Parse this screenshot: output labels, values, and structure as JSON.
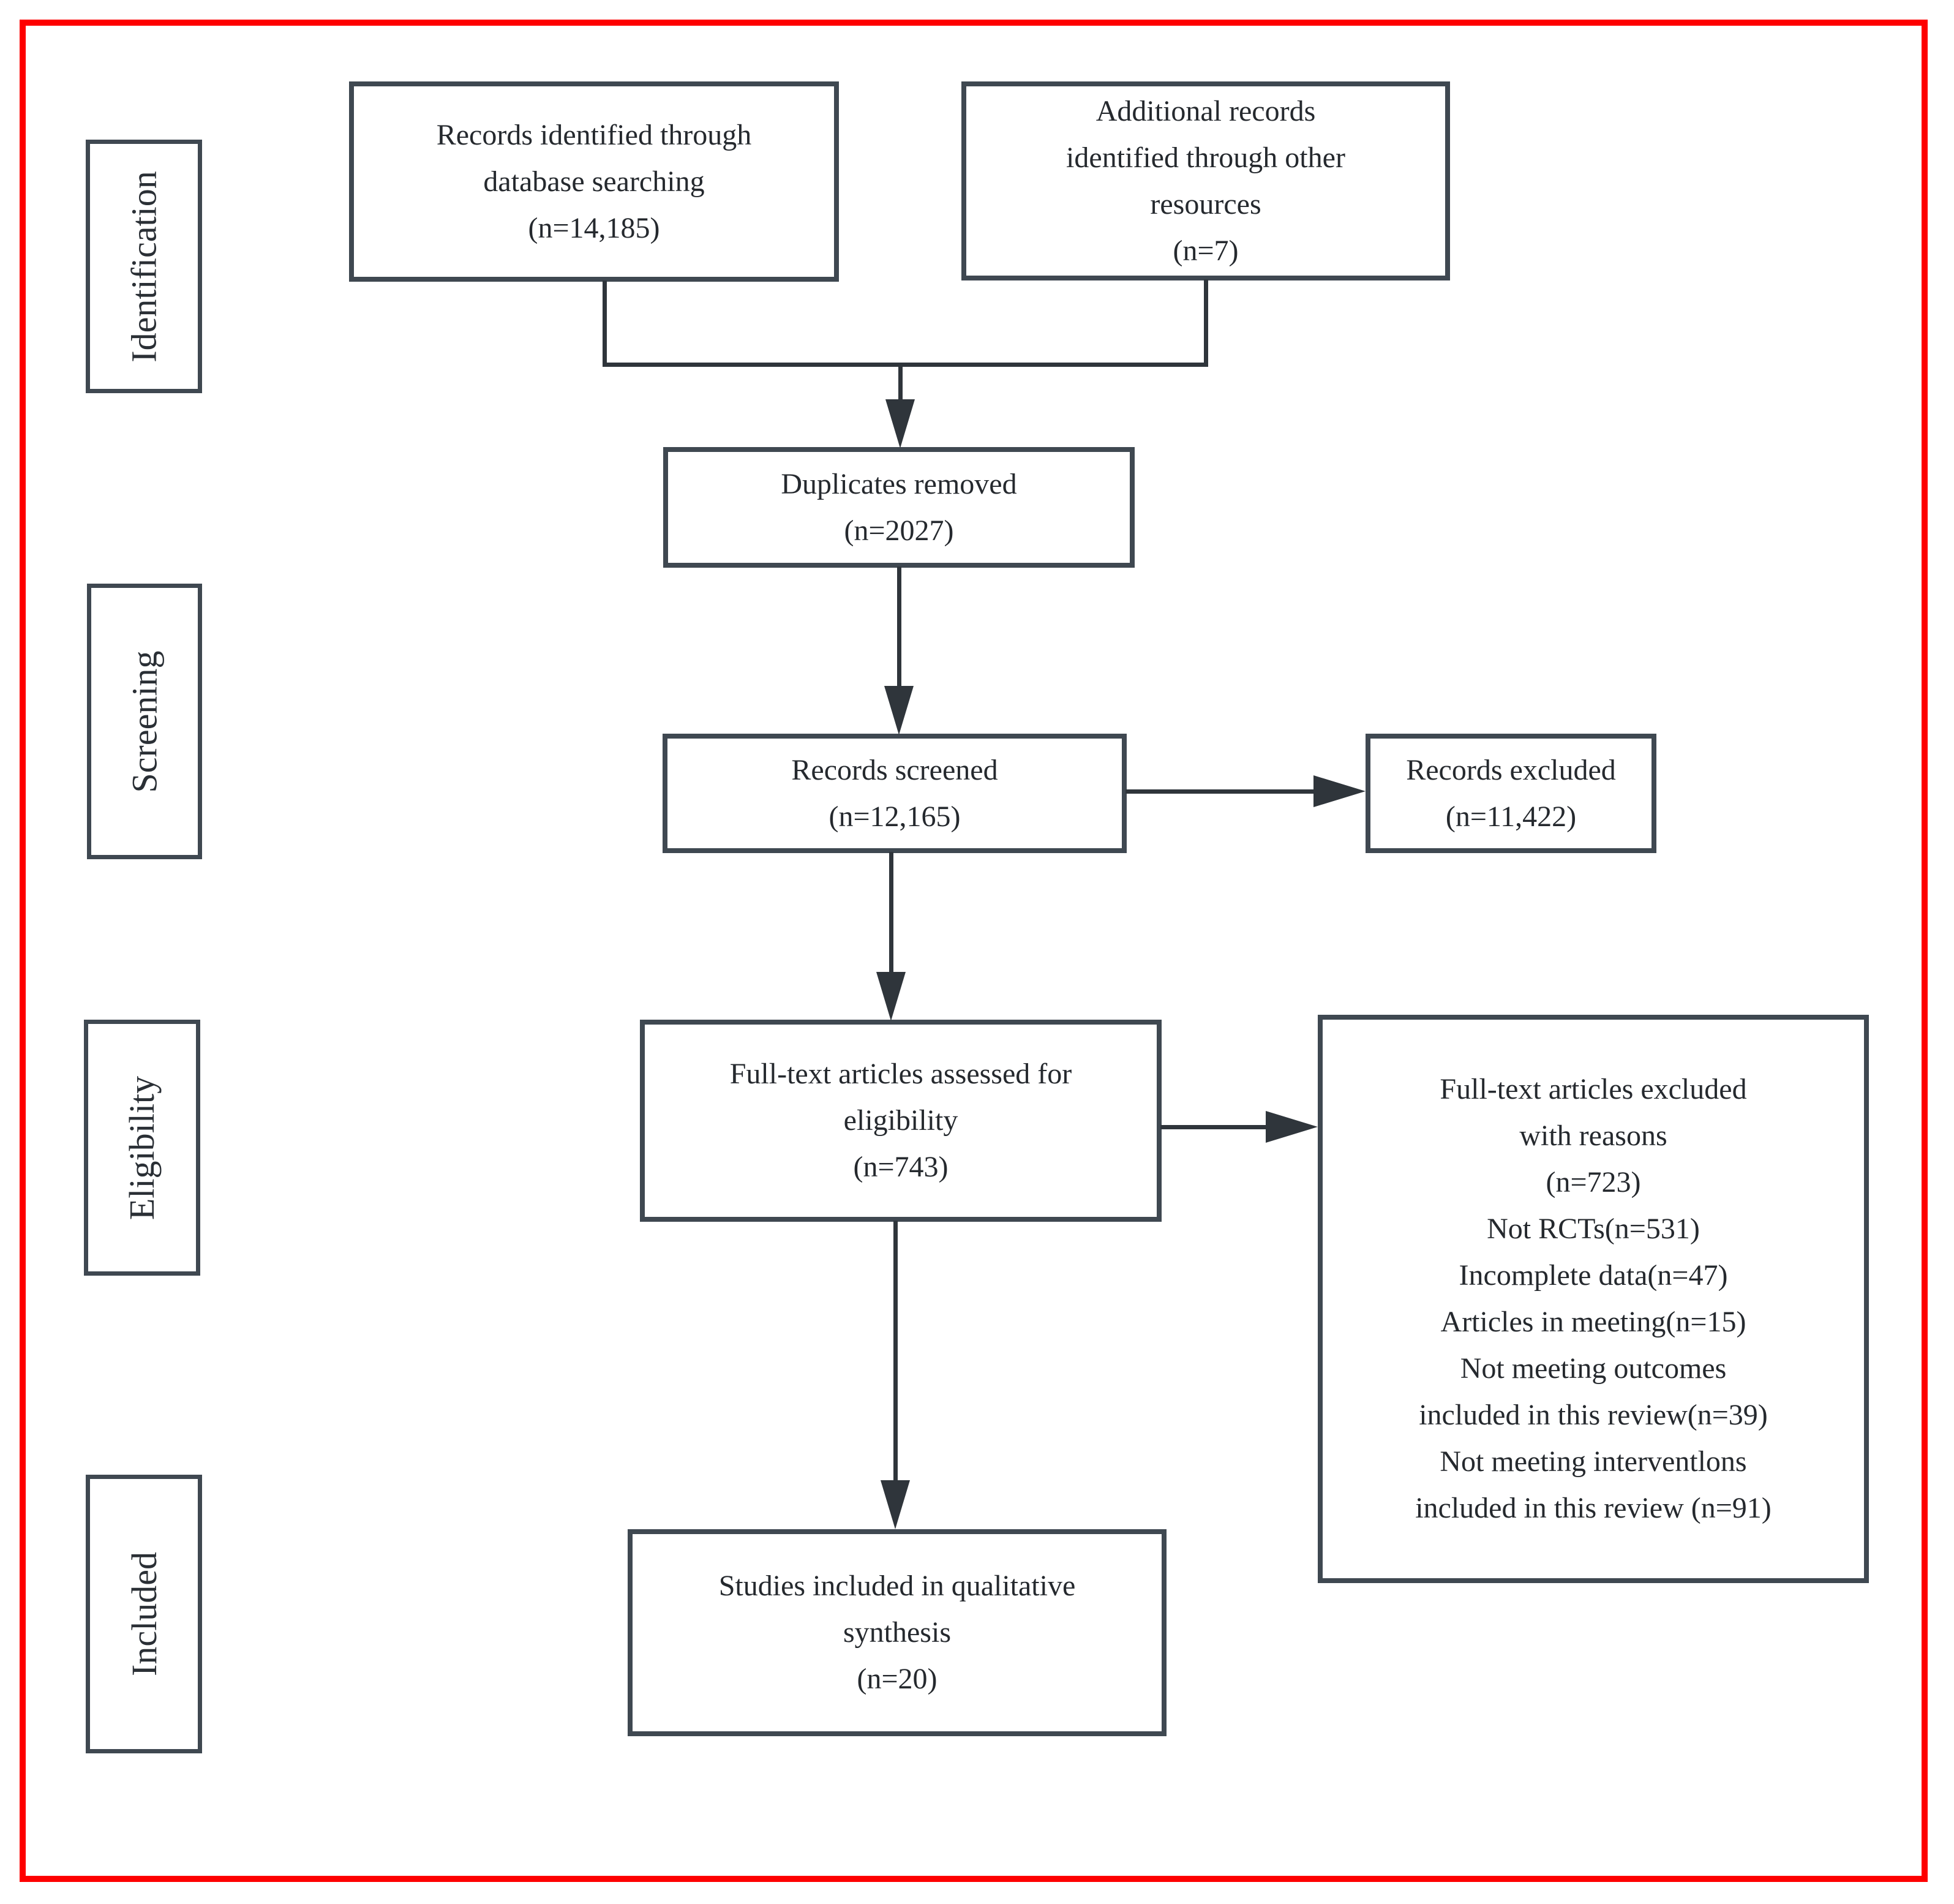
{
  "diagram": {
    "kind": "prisma-flow-diagram",
    "frame_color": "#fe0000",
    "box_border_color": "#3f4851",
    "connector_color": "#2f353b",
    "text_color": "#25292e"
  },
  "stage_labels": [
    {
      "label": "Identification"
    },
    {
      "label": "Screening"
    },
    {
      "label": "Eligibility"
    },
    {
      "label": "Included"
    }
  ],
  "boxes": {
    "records_identified": {
      "lines": [
        "Records identified through",
        "database searching",
        "(n=14,185)"
      ]
    },
    "additional_records": {
      "lines": [
        "Additional records",
        "identified through other",
        "resources",
        "(n=7)"
      ]
    },
    "duplicates_removed": {
      "lines": [
        "Duplicates removed",
        "(n=2027)"
      ]
    },
    "records_screened": {
      "lines": [
        "Records screened",
        "(n=12,165)"
      ]
    },
    "records_excluded": {
      "lines": [
        "Records excluded",
        "(n=11,422)"
      ]
    },
    "fulltext_assessed": {
      "lines": [
        "Full-text articles assessed for",
        "eligibility",
        "(n=743)"
      ]
    },
    "fulltext_excluded": {
      "lines": [
        "Full-text articles excluded",
        "with reasons",
        "(n=723)",
        "Not RCTs(n=531)",
        "Incomplete data(n=47)",
        "Articles in meeting(n=15)",
        "Not meeting outcomes",
        "included in this review(n=39)",
        "Not meeting interventlons",
        "included in this review (n=91)"
      ]
    },
    "studies_included": {
      "lines": [
        "Studies included in qualitative",
        "synthesis",
        "(n=20)"
      ]
    }
  },
  "counts": {
    "records_identified": 14185,
    "additional_records": 7,
    "duplicates_removed": 2027,
    "records_screened": 12165,
    "records_excluded": 11422,
    "fulltext_assessed": 743,
    "fulltext_excluded_total": 723,
    "not_rcts": 531,
    "incomplete_data": 47,
    "articles_in_meeting": 15,
    "not_meeting_outcomes": 39,
    "not_meeting_interventions": 91,
    "studies_included": 20
  }
}
